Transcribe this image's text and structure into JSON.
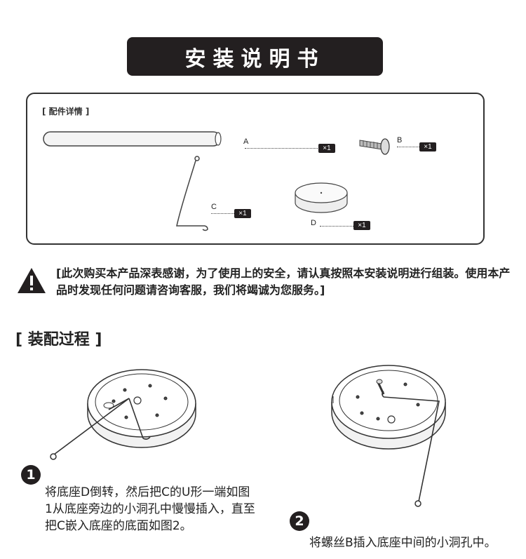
{
  "title": "安装说明书",
  "parts": {
    "heading": "[ 配件详情 ]",
    "items": [
      {
        "label": "A",
        "qty": "×1"
      },
      {
        "label": "B",
        "qty": "×1"
      },
      {
        "label": "C",
        "qty": "×1"
      },
      {
        "label": "D",
        "qty": "×1"
      }
    ]
  },
  "notice": "[此次购买本产品深表感谢，为了使用上的安全，请认真按照本安装说明进行组装。使用本产品时发现任何问题请咨询客服，我们将竭诚为您服务。]",
  "assembly": {
    "heading": "[ 装配过程 ]",
    "steps": [
      {
        "number": "1",
        "text": "将底座D倒转，然后把C的U形一端如图1从底座旁边的小洞孔中慢慢插入，直至把C嵌入底座的底面如图2。"
      },
      {
        "number": "2",
        "text": "将螺丝B插入底座中间的小洞孔中。"
      }
    ]
  }
}
